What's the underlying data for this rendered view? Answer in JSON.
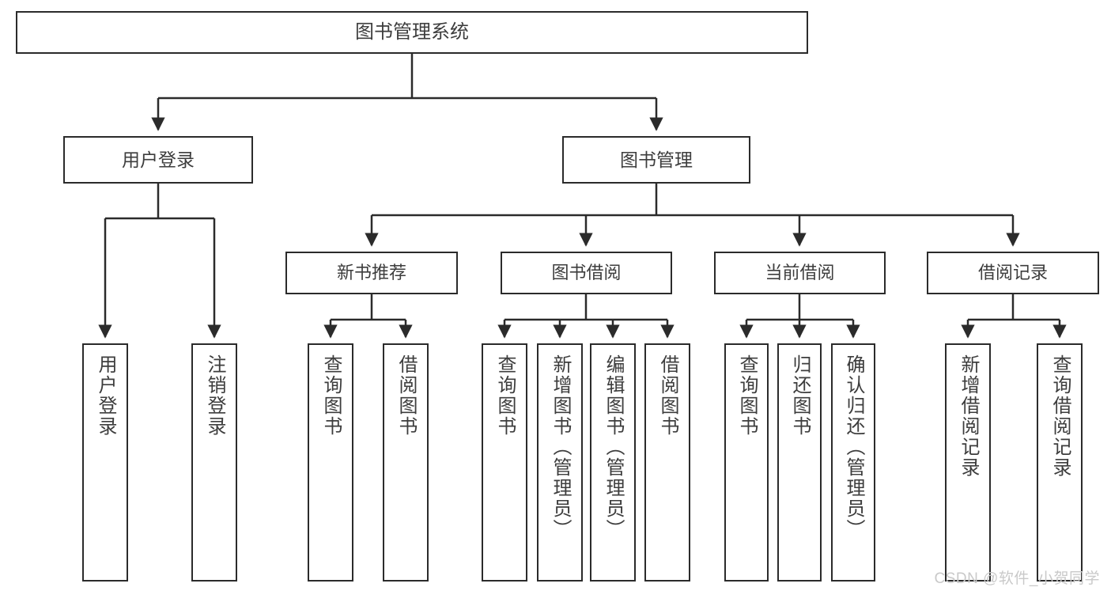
{
  "diagram": {
    "type": "tree-hierarchy",
    "title": "图书管理系统",
    "stroke_color": "#2b2b2b",
    "text_color": "#3d3d3d",
    "background_color": "#ffffff",
    "root": {
      "label": "图书管理系统"
    },
    "level1": [
      {
        "key": "user_login",
        "label": "用户登录"
      },
      {
        "key": "book_management",
        "label": "图书管理"
      }
    ],
    "level2": [
      {
        "key": "new_book",
        "label": "新书推荐",
        "parent": "book_management"
      },
      {
        "key": "book_borrow",
        "label": "图书借阅",
        "parent": "book_management"
      },
      {
        "key": "current_borrow",
        "label": "当前借阅",
        "parent": "book_management"
      },
      {
        "key": "borrow_record",
        "label": "借阅记录",
        "parent": "book_management"
      }
    ],
    "leaves": {
      "user_login": [
        {
          "key": "user_login_leaf",
          "label": "用户登录"
        },
        {
          "key": "user_logout_leaf",
          "label": "注销登录"
        }
      ],
      "new_book": [
        {
          "key": "nb_query",
          "label": "查询图书"
        },
        {
          "key": "nb_borrow",
          "label": "借阅图书"
        }
      ],
      "book_borrow": [
        {
          "key": "bb_query",
          "label": "查询图书"
        },
        {
          "key": "bb_add",
          "label": "新增图书（管理员）"
        },
        {
          "key": "bb_edit",
          "label": "编辑图书（管理员）"
        },
        {
          "key": "bb_borrow",
          "label": "借阅图书"
        }
      ],
      "current_borrow": [
        {
          "key": "cb_query",
          "label": "查询图书"
        },
        {
          "key": "cb_return",
          "label": "归还图书"
        },
        {
          "key": "cb_confirm",
          "label": "确认归还（管理员）"
        }
      ],
      "borrow_record": [
        {
          "key": "rec_add",
          "label": "新增借阅记录"
        },
        {
          "key": "rec_query",
          "label": "查询借阅记录"
        }
      ]
    }
  },
  "watermark": {
    "text": "CSDN @软件_小贺同学"
  }
}
